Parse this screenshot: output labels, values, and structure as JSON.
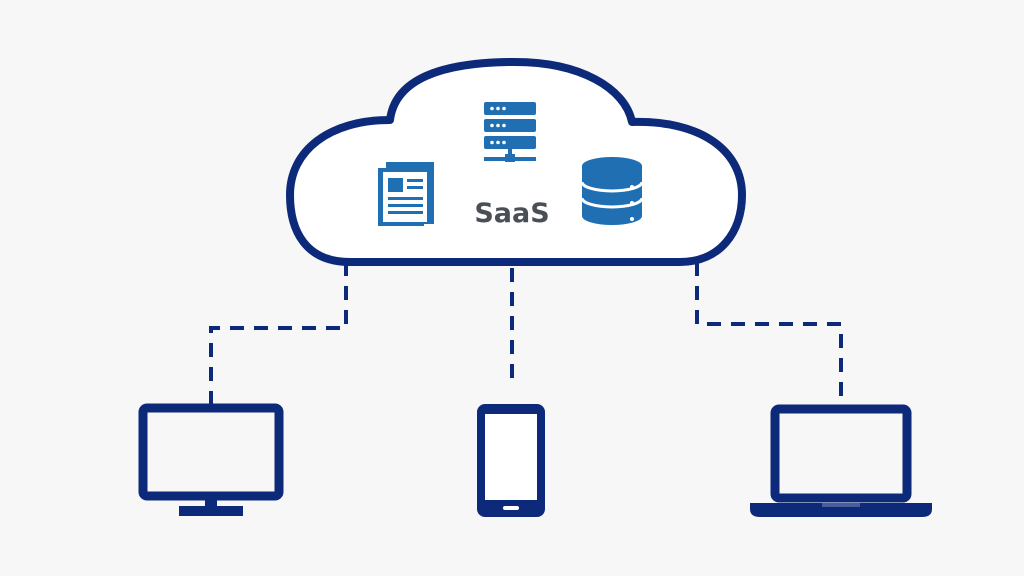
{
  "diagram": {
    "cloud_label": "SaaS",
    "icons": {
      "cloud": "cloud-icon",
      "document": "document-icon",
      "server": "server-icon",
      "database": "database-icon",
      "desktop": "desktop-monitor-icon",
      "phone": "mobile-phone-icon",
      "laptop": "laptop-icon"
    },
    "colors": {
      "background": "#f7f7f8",
      "outline": "#0d2a7a",
      "icon_blue": "#1f6fb2",
      "label_gray": "#4a4f57"
    },
    "connections": [
      {
        "from": "cloud",
        "to": "desktop",
        "style": "dashed"
      },
      {
        "from": "cloud",
        "to": "phone",
        "style": "dashed"
      },
      {
        "from": "cloud",
        "to": "laptop",
        "style": "dashed"
      }
    ]
  }
}
